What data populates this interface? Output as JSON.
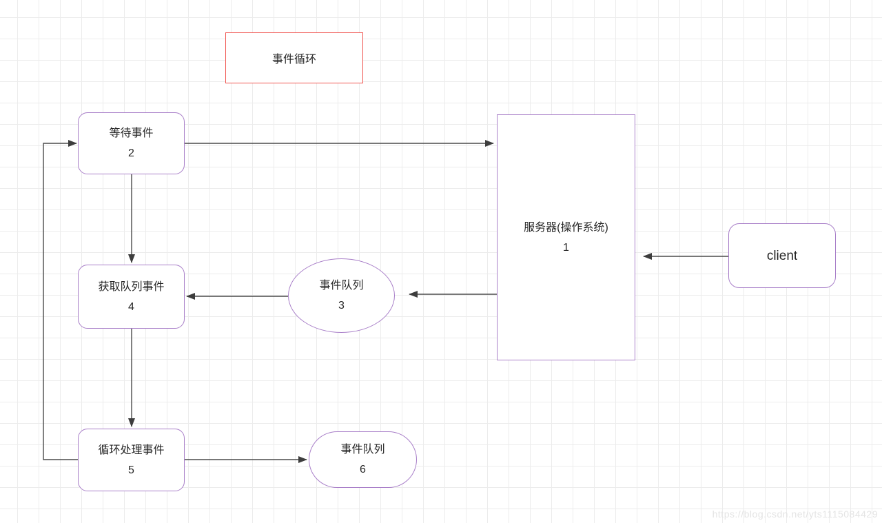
{
  "diagram": {
    "title": {
      "label": "事件循环"
    },
    "nodes": {
      "wait_event": {
        "label": "等待事件",
        "number": "2"
      },
      "event_queue_3": {
        "label": "事件队列",
        "number": "3"
      },
      "get_queue_event": {
        "label": "获取队列事件",
        "number": "4"
      },
      "loop_process_event": {
        "label": "循环处理事件",
        "number": "5"
      },
      "event_queue_6": {
        "label": "事件队列",
        "number": "6"
      },
      "server": {
        "label": "服务器(操作系统)",
        "number": "1"
      },
      "client": {
        "label": "client"
      }
    },
    "watermark": "https://blog.csdn.net/yts1115084429"
  },
  "colors": {
    "node_border": "#a87ec8",
    "title_border": "#f0544f",
    "arrow_color": "#4a4a4a",
    "grid_line": "#ececec",
    "text_color": "#262626",
    "watermark_color": "#e4e4e4"
  }
}
